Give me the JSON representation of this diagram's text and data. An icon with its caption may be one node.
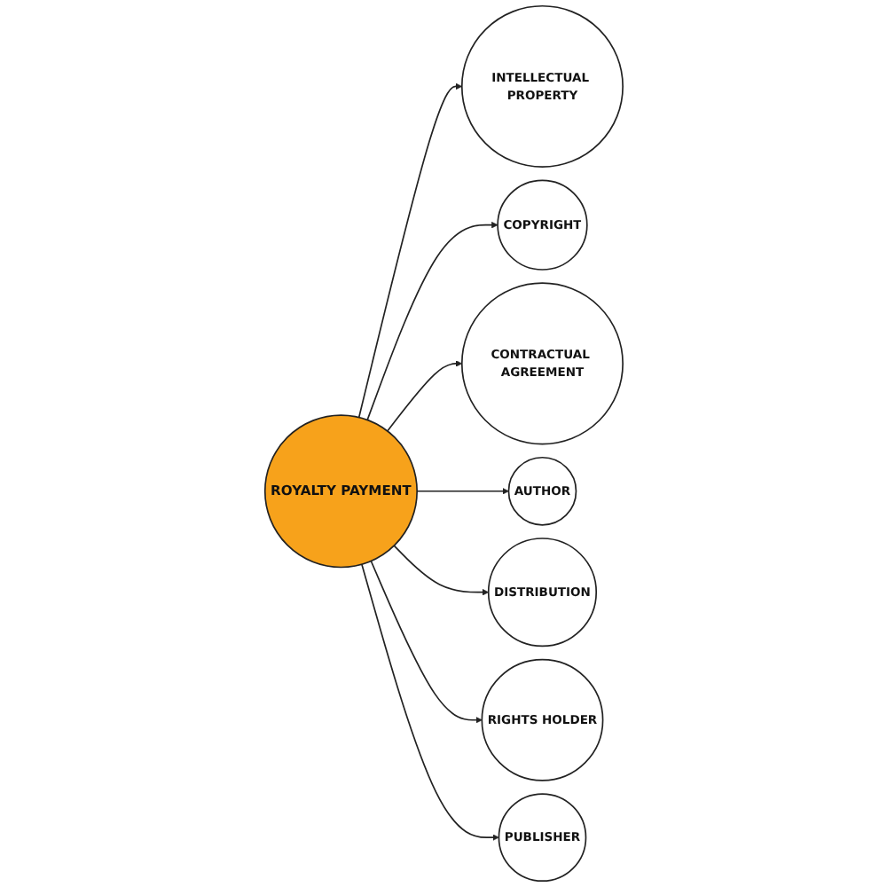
{
  "diagram": {
    "nodes": [
      {
        "text": [
          "ROYALTY PAYMENT"
        ]
      },
      {
        "text": [
          "INTELLECTUAL PROPERTY"
        ]
      },
      {
        "text": [
          "COPYRIGHT"
        ]
      },
      {
        "text": [
          "CONTRACTUAL AGREEMENT"
        ]
      },
      {
        "text": [
          "AUTHOR"
        ]
      },
      {
        "text": [
          "DISTRIBUTION"
        ]
      },
      {
        "text": [
          "RIGHTS HOLDER"
        ]
      },
      {
        "text": [
          "PUBLISHER"
        ]
      }
    ],
    "edges": [
      {
        "from": 0,
        "to": 1,
        "arrow": "to"
      },
      {
        "from": 0,
        "to": 2,
        "arrow": "to"
      },
      {
        "from": 0,
        "to": 3,
        "arrow": "to"
      },
      {
        "from": 0,
        "to": 4,
        "arrow": "to"
      },
      {
        "from": 0,
        "to": 5,
        "arrow": "to"
      },
      {
        "from": 0,
        "to": 6,
        "arrow": "to"
      },
      {
        "from": 0,
        "to": 7,
        "arrow": "to"
      }
    ]
  }
}
